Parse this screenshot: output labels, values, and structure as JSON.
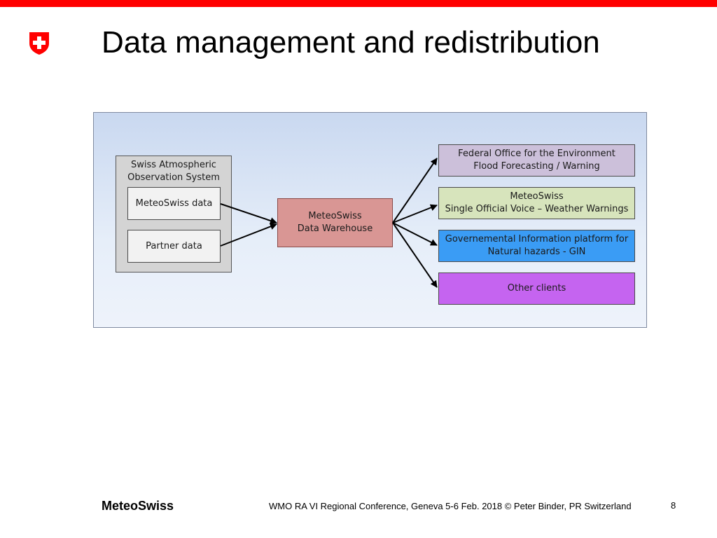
{
  "slide": {
    "title": "Data management and redistribution",
    "accent_color": "#ff0000"
  },
  "diagram": {
    "source_group": {
      "title": "Swiss Atmospheric\nObservation System",
      "items": [
        "MeteoSwiss data",
        "Partner data"
      ]
    },
    "warehouse": "MeteoSwiss\nData Warehouse",
    "targets": [
      {
        "label": "Federal Office for the Environment\nFlood Forecasting / Warning",
        "color": "#ccc0da"
      },
      {
        "label": "MeteoSwiss\nSingle Official Voice – Weather Warnings",
        "color": "#d7e4bc"
      },
      {
        "label": "Governemental Information platform for\nNatural hazards - GIN",
        "color": "#3a9cf5"
      },
      {
        "label": "Other clients",
        "color": "#c564f0"
      }
    ]
  },
  "footer": {
    "brand": "MeteoSwiss",
    "text": "WMO RA VI Regional Conference, Geneva 5-6 Feb. 2018 © Peter Binder, PR Switzerland",
    "page_number": "8"
  }
}
